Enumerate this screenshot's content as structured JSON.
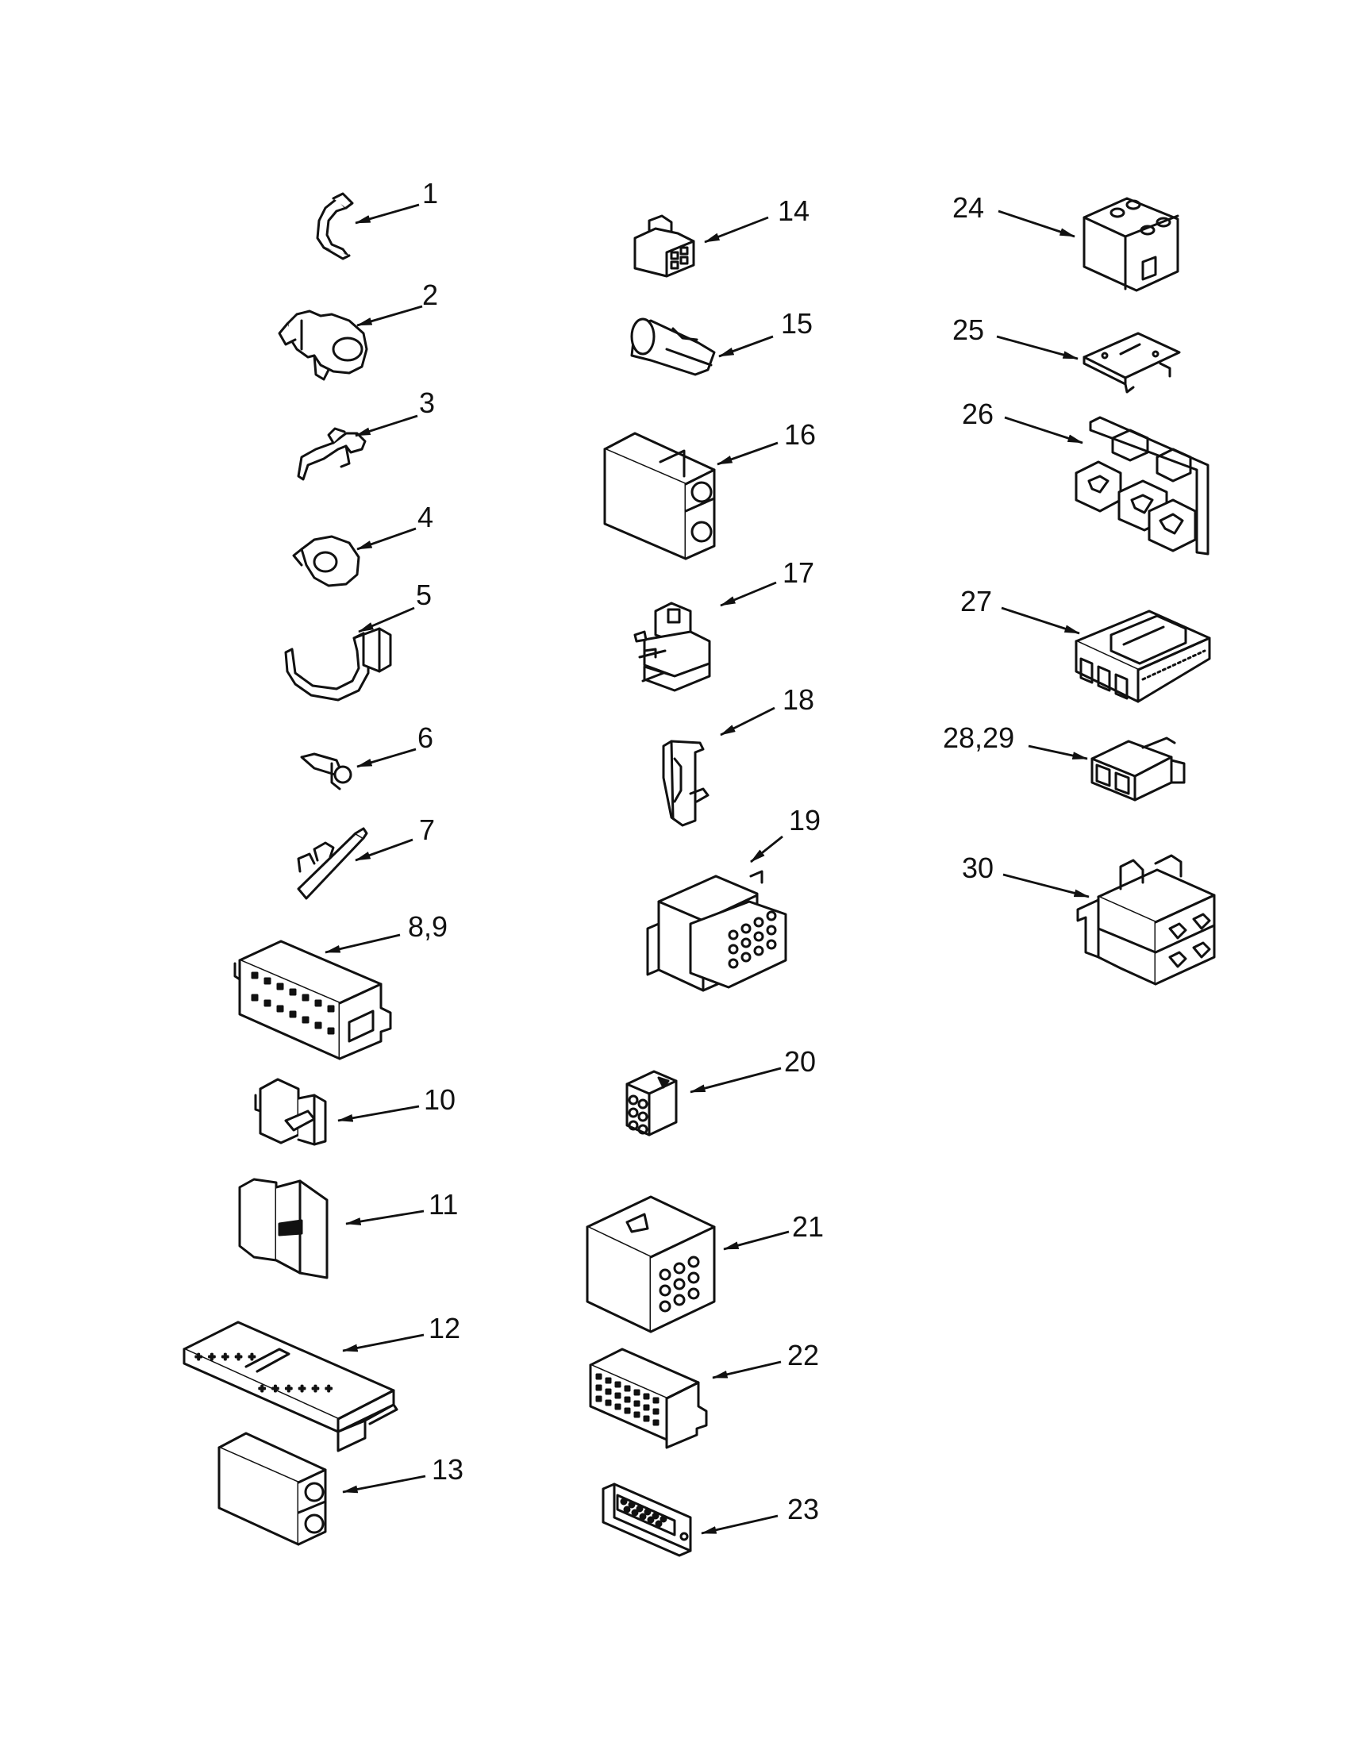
{
  "diagram": {
    "callouts": [
      {
        "id": "p1",
        "label": "1"
      },
      {
        "id": "p2",
        "label": "2"
      },
      {
        "id": "p3",
        "label": "3"
      },
      {
        "id": "p4",
        "label": "4"
      },
      {
        "id": "p5",
        "label": "5"
      },
      {
        "id": "p6",
        "label": "6"
      },
      {
        "id": "p7",
        "label": "7"
      },
      {
        "id": "p8",
        "label": "8,9"
      },
      {
        "id": "p10",
        "label": "10"
      },
      {
        "id": "p11",
        "label": "11"
      },
      {
        "id": "p12",
        "label": "12"
      },
      {
        "id": "p13",
        "label": "13"
      },
      {
        "id": "p14",
        "label": "14"
      },
      {
        "id": "p15",
        "label": "15"
      },
      {
        "id": "p16",
        "label": "16"
      },
      {
        "id": "p17",
        "label": "17"
      },
      {
        "id": "p18",
        "label": "18"
      },
      {
        "id": "p19",
        "label": "19"
      },
      {
        "id": "p20",
        "label": "20"
      },
      {
        "id": "p21",
        "label": "21"
      },
      {
        "id": "p22",
        "label": "22"
      },
      {
        "id": "p23",
        "label": "23"
      },
      {
        "id": "p24",
        "label": "24"
      },
      {
        "id": "p25",
        "label": "25"
      },
      {
        "id": "p26",
        "label": "26"
      },
      {
        "id": "p27",
        "label": "27"
      },
      {
        "id": "p28",
        "label": "28,29"
      },
      {
        "id": "p30",
        "label": "30"
      }
    ]
  }
}
